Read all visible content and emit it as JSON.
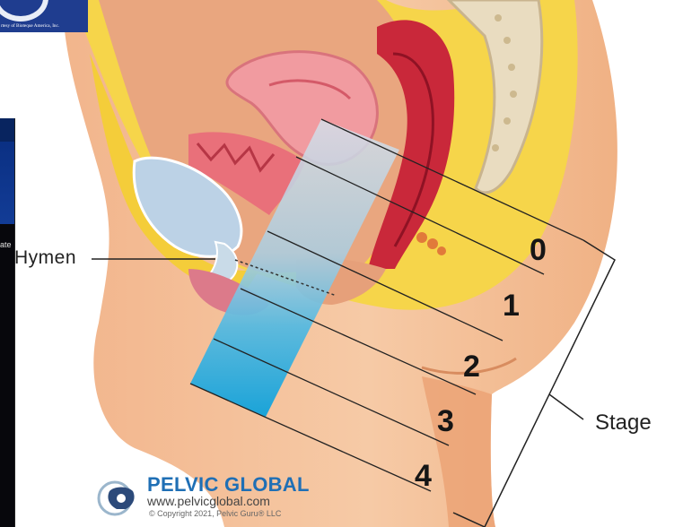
{
  "overlay": {
    "credit_text": "rtesy of Bioteque America, Inc.",
    "cut_word": "ate"
  },
  "labels": {
    "hymen": "Hymen",
    "stage": "Stage",
    "stage_numbers": [
      "0",
      "1",
      "2",
      "3",
      "4"
    ]
  },
  "brand": {
    "name": "PELVIC GLOBAL",
    "url": "www.pelvicglobal.com",
    "copyright": "© Copyright 2021, Pelvic Guru® LLC"
  },
  "colors": {
    "skin": "#f4c8a2",
    "skin_shade": "#e9a979",
    "fat": "#f6d54a",
    "muscle": "#c9283a",
    "bladder": "#bcd2e6",
    "scale_top": "#c9d6e3",
    "scale_bottom": "#1ea4d6",
    "brand_blue": "#1f6fb5"
  }
}
